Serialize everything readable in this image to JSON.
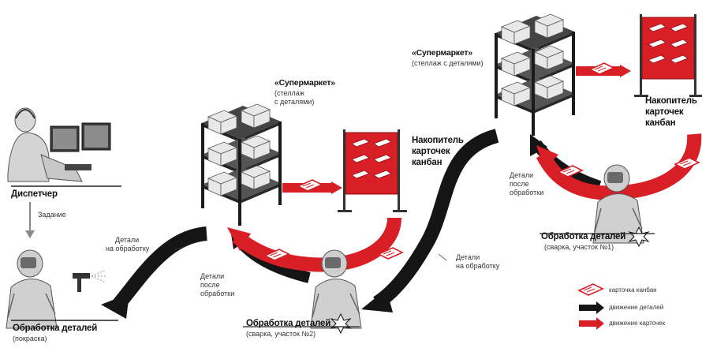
{
  "colors": {
    "red": "#d81f26",
    "black": "#151515",
    "grey": "#7a7a7a",
    "light": "#d8d8d8"
  },
  "dispatcher": {
    "title": "Диспетчер",
    "task": "Задание"
  },
  "paint": {
    "title": "Обработка деталей",
    "subtitle": "(покраска)"
  },
  "weld2": {
    "title": "Обработка деталей",
    "subtitle": "(сварка, участок №2)"
  },
  "weld1": {
    "title": "Обработка деталей",
    "subtitle": "(сварка, участок №1)"
  },
  "supermarket_mid": {
    "title": "«Супермаркет»",
    "line1": "(стеллаж",
    "line2": "с деталями)"
  },
  "supermarket_top": {
    "title": "«Супермаркет»",
    "subtitle": "(стеллаж с деталями)"
  },
  "kanban_mid": {
    "line1": "Накопитель",
    "line2": "карточек",
    "line3": "канбан"
  },
  "kanban_top": {
    "line1": "Накопитель",
    "line2": "карточек",
    "line3": "канбан"
  },
  "flows": {
    "to_paint": {
      "line1": "Детали",
      "line2": "на обработку"
    },
    "after_weld2": {
      "line1": "Детали",
      "line2": "после",
      "line3": "обработки"
    },
    "to_weld2": {
      "line1": "Детали",
      "line2": "на обработку"
    },
    "after_weld1": {
      "line1": "Детали",
      "line2": "после",
      "line3": "обработки"
    }
  },
  "legend": {
    "card": "карточка канбан",
    "parts": "движение деталей",
    "cards": "движение карточек"
  },
  "icons": [
    "dispatcher-icon",
    "monitor-icon",
    "painter-icon",
    "spray-gun-icon",
    "welder-icon",
    "spark-icon",
    "rack-icon",
    "kanban-board-icon",
    "kanban-card-icon"
  ]
}
